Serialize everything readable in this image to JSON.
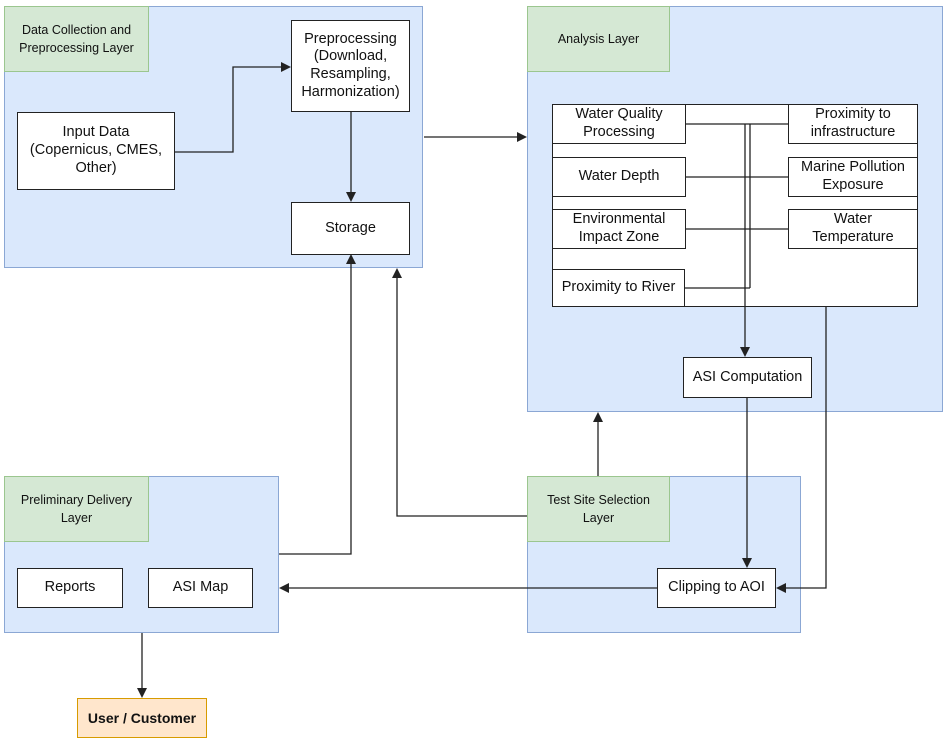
{
  "layers": {
    "data_collection": "Data Collection and\nPreprocessing Layer",
    "analysis": "Analysis Layer",
    "preliminary_delivery": "Preliminary Delivery\nLayer",
    "test_site_selection": "Test Site Selection\nLayer"
  },
  "nodes": {
    "input_data": "Input Data\n(Copernicus, CMES,\nOther)",
    "preprocessing": "Preprocessing\n(Download,\nResampling,\nHarmonization)",
    "storage": "Storage",
    "water_quality": "Water Quality\nProcessing",
    "proximity_infrastructure": "Proximity to\ninfrastructure",
    "water_depth": "Water Depth",
    "marine_pollution": "Marine Pollution\nExposure",
    "environmental_impact": "Environmental\nImpact Zone",
    "water_temperature": "Water\nTemperature",
    "proximity_river": "Proximity to River",
    "asi_computation": "ASI Computation",
    "clipping": "Clipping to AOI",
    "reports": "Reports",
    "asi_map": "ASI Map",
    "user": "User / Customer"
  }
}
